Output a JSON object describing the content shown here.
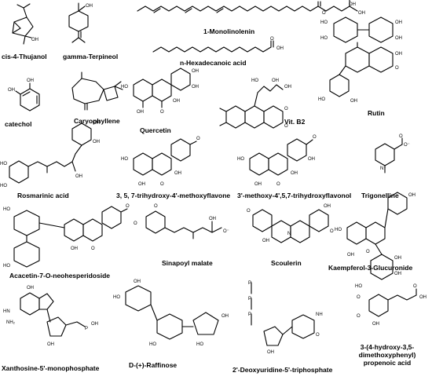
{
  "compounds": [
    {
      "key": "thujanol",
      "name": "cis-4-Thujanol"
    },
    {
      "key": "terpineol",
      "name": "gamma-Terpineol"
    },
    {
      "key": "monolinolenin",
      "name": "1-Monolinolenin"
    },
    {
      "key": "hexadecanoic",
      "name": "n-Hexadecanoic acid"
    },
    {
      "key": "rutin",
      "name": "Rutin"
    },
    {
      "key": "catechol",
      "name": "catechol"
    },
    {
      "key": "caryophyllene",
      "name": "Caryophyllene"
    },
    {
      "key": "quercetin",
      "name": "Quercetin"
    },
    {
      "key": "vitb2",
      "name": "Vit. B2"
    },
    {
      "key": "rosmarinic",
      "name": "Rosmarinic acid"
    },
    {
      "key": "trihydroxy_methoxyflavone",
      "name": "3, 5, 7-trihydroxy-4'-methoxyflavone"
    },
    {
      "key": "methoxy_trihydroxyflavonol",
      "name": "3'-methoxy-4',5,7-trihydroxyflavonol"
    },
    {
      "key": "trigonelline",
      "name": "Trigonelline"
    },
    {
      "key": "acacetin",
      "name": "Acacetin-7-O-neohesperidoside"
    },
    {
      "key": "sinapoyl",
      "name": "Sinapoyl malate"
    },
    {
      "key": "scoulerin",
      "name": "Scoulerin"
    },
    {
      "key": "kaempferol",
      "name": "Kaempferol-3-Glucuronide"
    },
    {
      "key": "xanthosine",
      "name": "Xanthosine-5'-monophosphate"
    },
    {
      "key": "raffinose",
      "name": "D-(+)-Raffinose"
    },
    {
      "key": "deoxyuridine",
      "name": "2'-Deoxyuridine-5'-triphosphate"
    },
    {
      "key": "propenoic",
      "name_lines": [
        "3-(4-hydroxy-3,5-",
        "dimethoxyphenyl)",
        "propenoic acid"
      ]
    }
  ],
  "atom_labels": {
    "oh": "OH",
    "ho": "HO",
    "o": "O",
    "o_minus": "O⁻",
    "n": "N",
    "nh": "NH",
    "h": "H",
    "p": "P",
    "nh2": "NH₂",
    "n_plus": "N⁺",
    "hn": "HN",
    "oh2": "OH"
  }
}
